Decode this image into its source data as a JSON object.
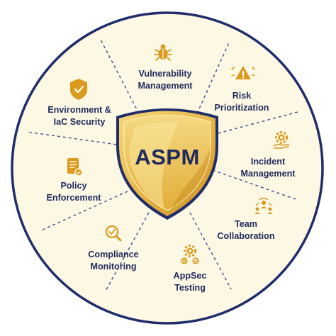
{
  "center": {
    "label": "ASPM"
  },
  "segments": [
    {
      "id": "vulnerability",
      "line1": "Vulnerability",
      "line2": "Management",
      "icon": "bug-icon"
    },
    {
      "id": "risk",
      "line1": "Risk",
      "line2": "Prioritization",
      "icon": "warning-icon"
    },
    {
      "id": "incident",
      "line1": "Incident",
      "line2": "Management",
      "icon": "gear-hand-icon"
    },
    {
      "id": "team",
      "line1": "Team",
      "line2": "Collaboration",
      "icon": "team-icon"
    },
    {
      "id": "appsec",
      "line1": "AppSec",
      "line2": "Testing",
      "icon": "gear-check-icon"
    },
    {
      "id": "compliance",
      "line1": "Compliance",
      "line2": "Monitoring",
      "icon": "magnifier-check-icon"
    },
    {
      "id": "policy",
      "line1": "Policy",
      "line2": "Enforcement",
      "icon": "document-check-icon"
    },
    {
      "id": "environment",
      "line1": "Environment &",
      "line2": "IaC Security",
      "icon": "shield-check-icon"
    }
  ],
  "colors": {
    "ring": "#1f2d6b",
    "fill": "#fdf8e4",
    "divider": "#3d4f8f",
    "icon": "#d99a1e",
    "text": "#1f2a5c",
    "shield_light": "#f2cf6a",
    "shield_mid": "#e0aa33",
    "shield_dark": "#b57a14"
  }
}
